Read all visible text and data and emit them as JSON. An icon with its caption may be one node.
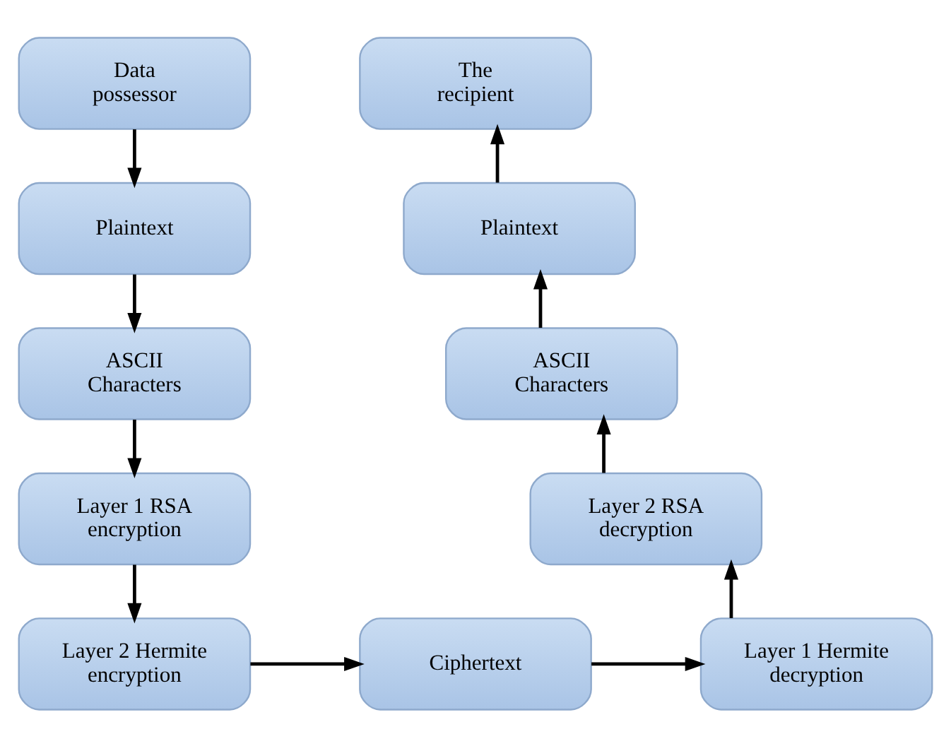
{
  "diagram": {
    "nodes": [
      {
        "text": [
          "Data possessor"
        ]
      },
      {
        "text": [
          "Plaintext"
        ]
      },
      {
        "text": [
          "ASCII Characters"
        ]
      },
      {
        "text": [
          "Layer 1 RSA encryption"
        ]
      },
      {
        "text": [
          "Layer 2 Hermite encryption"
        ]
      },
      {
        "text": [
          "Ciphertext"
        ]
      },
      {
        "text": [
          "Layer 1 Hermite decryption"
        ]
      },
      {
        "text": [
          "Layer 2 RSA decryption"
        ]
      },
      {
        "text": [
          "ASCII Characters"
        ]
      },
      {
        "text": [
          "Plaintext"
        ]
      },
      {
        "text": [
          "The recipient"
        ]
      }
    ],
    "edges": [
      {
        "from": 0,
        "to": 1,
        "arrow": "to"
      },
      {
        "from": 1,
        "to": 2,
        "arrow": "to"
      },
      {
        "from": 2,
        "to": 3,
        "arrow": "to"
      },
      {
        "from": 3,
        "to": 4,
        "arrow": "to"
      },
      {
        "from": 4,
        "to": 5,
        "arrow": "to"
      },
      {
        "from": 5,
        "to": 6,
        "arrow": "to"
      },
      {
        "from": 6,
        "to": 7,
        "arrow": "to"
      },
      {
        "from": 7,
        "to": 8,
        "arrow": "to"
      },
      {
        "from": 8,
        "to": 9,
        "arrow": "to"
      },
      {
        "from": 9,
        "to": 10,
        "arrow": "to"
      }
    ]
  }
}
